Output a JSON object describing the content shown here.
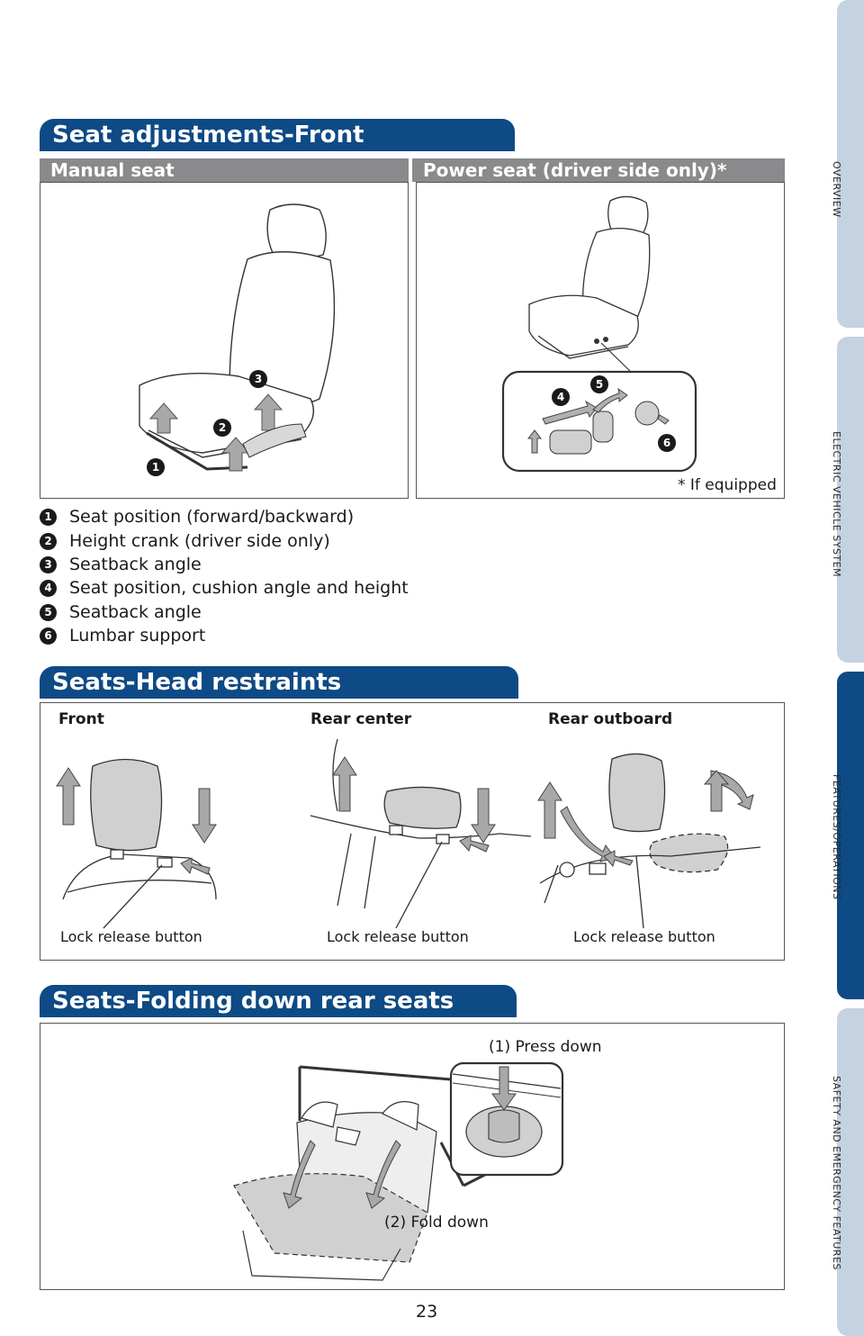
{
  "sections": {
    "seat_front": "Seat adjustments-Front",
    "head_restraints": "Seats-Head restraints",
    "folding": "Seats-Folding down rear seats"
  },
  "front": {
    "manual_title": "Manual seat",
    "power_title": "Power seat (driver side only)*",
    "footnote": "* If equipped",
    "items": [
      {
        "num": "1",
        "label": "Seat position (forward/backward)"
      },
      {
        "num": "2",
        "label": "Height crank (driver side only)"
      },
      {
        "num": "3",
        "label": "Seatback angle"
      },
      {
        "num": "4",
        "label": "Seat position, cushion angle and height"
      },
      {
        "num": "5",
        "label": "Seatback angle"
      },
      {
        "num": "6",
        "label": "Lumbar support"
      }
    ]
  },
  "head": {
    "front": "Front",
    "rear_center": "Rear center",
    "rear_outboard": "Rear outboard",
    "lock1": "Lock release button",
    "lock2": "Lock release button",
    "lock3": "Lock release button"
  },
  "fold": {
    "press": "(1) Press down",
    "fold": "(2) Fold down"
  },
  "side_tabs": [
    "OVERVIEW",
    "ELECTRIC VEHICLE SYSTEM",
    "FEATURES/OPERATIONS",
    "SAFETY AND EMERGENCY FEATURES"
  ],
  "page_number": "23",
  "colors": {
    "brand_blue": "#0e4a85",
    "tab_inactive": "#c4d2e1",
    "sub_header_gray": "#8a8a8c",
    "arrow_gray": "#a8a8a8"
  }
}
